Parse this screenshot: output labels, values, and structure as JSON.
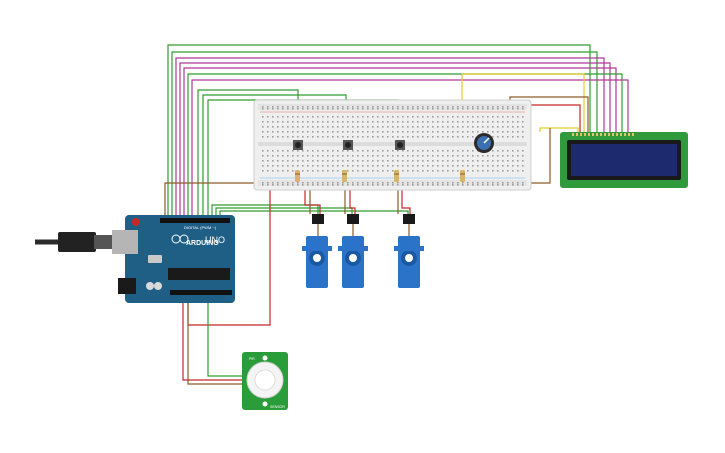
{
  "colors": {
    "wire_green": "#2f9e2f",
    "wire_magenta": "#b0379a",
    "wire_red": "#c62828",
    "wire_brown": "#8d5a2b",
    "wire_yellow": "#e3cd2a",
    "arduino_blue": "#1f5f86",
    "lcd_green": "#2f9a3b",
    "lcd_screen": "#1e2a6e",
    "servo_blue": "#2a73c9",
    "breadboard": "#efefef",
    "pir_green": "#2a9d3a"
  },
  "arduino": {
    "logo_text": "ARDUINO",
    "model_text": "UNO",
    "header_text": "DIGITAL (PWM ~)"
  },
  "pir": {
    "label_top": "PIR",
    "label_bottom": "SENSOR"
  },
  "components": {
    "buttons": 3,
    "servos": 3,
    "resistors": 4,
    "potentiometer": 1
  }
}
